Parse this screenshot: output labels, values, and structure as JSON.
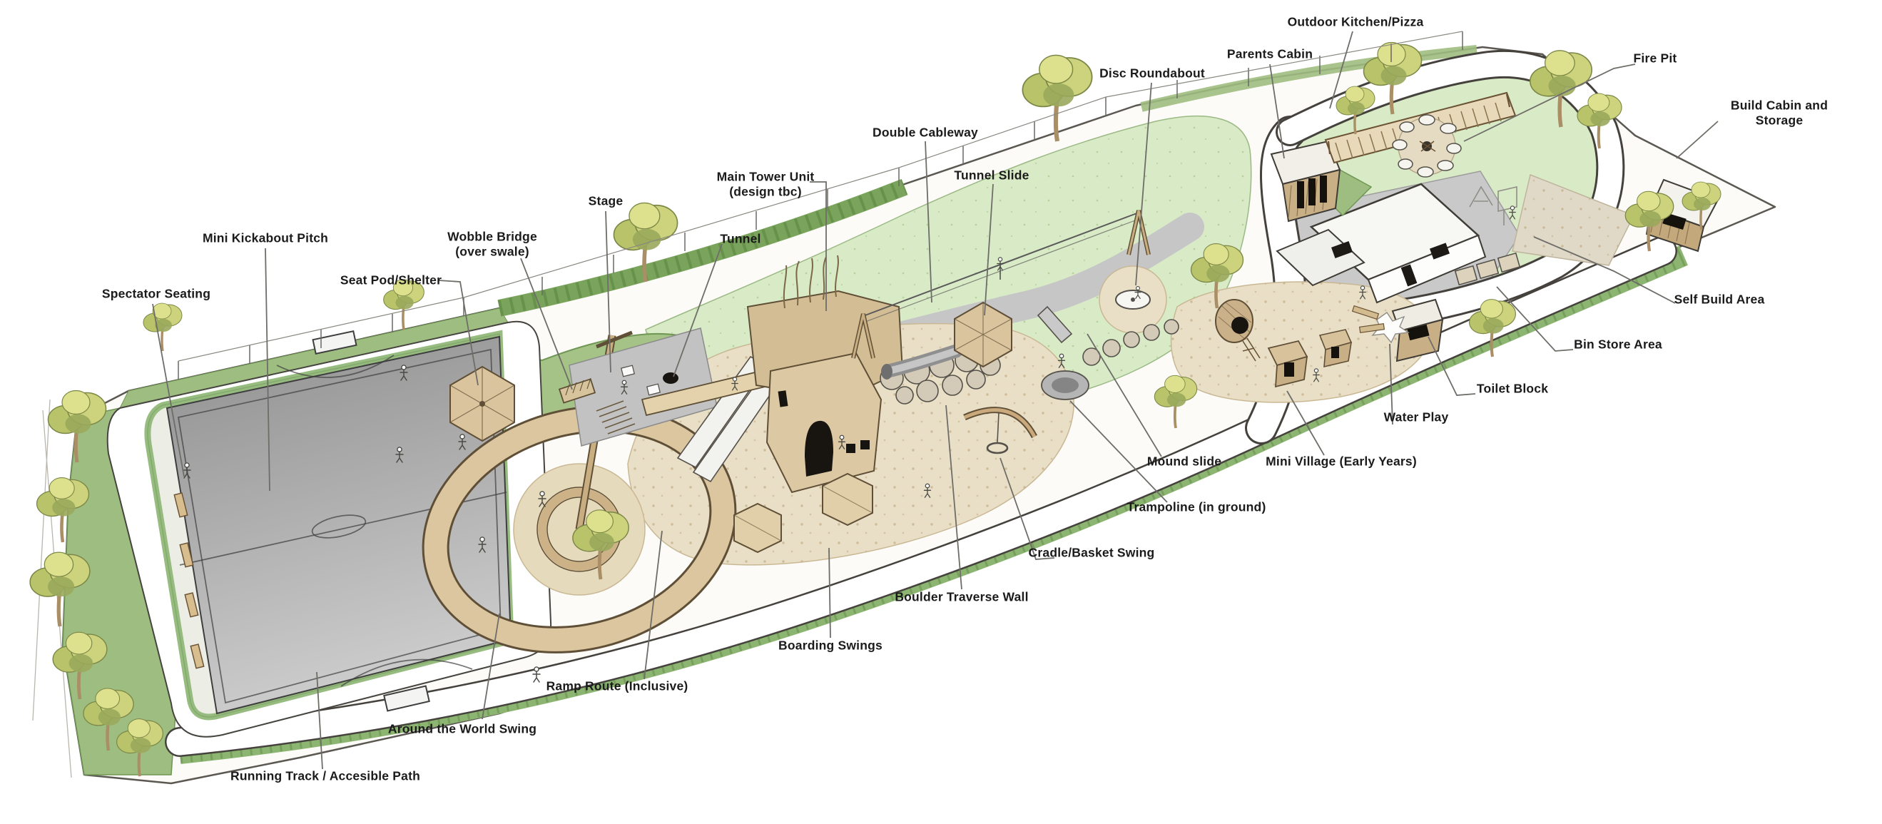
{
  "labels": {
    "spectator_seating": "Spectator Seating",
    "mini_kickabout_pitch": "Mini Kickabout Pitch",
    "seat_pod_shelter": "Seat Pod/Shelter",
    "wobble_bridge": "Wobble Bridge\n(over swale)",
    "stage": "Stage",
    "tunnel": "Tunnel",
    "main_tower_unit": "Main Tower Unit\n(design tbc)",
    "double_cableway": "Double Cableway",
    "tunnel_slide": "Tunnel Slide",
    "disc_roundabout": "Disc Roundabout",
    "parents_cabin": "Parents Cabin",
    "outdoor_kitchen_pizza": "Outdoor Kitchen/Pizza",
    "fire_pit": "Fire Pit",
    "build_cabin_and_storage": "Build Cabin and Storage",
    "self_build_area": "Self Build Area",
    "bin_store_area": "Bin Store Area",
    "toilet_block": "Toilet Block",
    "water_play": "Water Play",
    "mini_village_early_years": "Mini Village (Early Years)",
    "mound_slide": "Mound slide",
    "trampoline_in_ground": "Trampoline (in ground)",
    "cradle_basket_swing": "Cradle/Basket Swing",
    "boulder_traverse_wall": "Boulder Traverse Wall",
    "boarding_swings": "Boarding Swings",
    "ramp_route_inclusive": "Ramp Route (Inclusive)",
    "around_the_world_swing": "Around the World Swing",
    "running_track_accesible_path": "Running Track / Accesible Path"
  },
  "colors": {
    "background": "#ffffff",
    "site_ground": "#fcfbf7",
    "grass_band": "#8cb572",
    "hedge": "#7aa45c",
    "lawn_light": "#d9eac6",
    "pitch_dark": "#8f8f8f",
    "pitch_light": "#cccccc",
    "path_white": "#ffffff",
    "path_gray": "#c9c9c9",
    "sand": "#e9dfc6",
    "wood": "#d9c49e",
    "wood_dark": "#5f4f36",
    "tree_foliage": "#cdd37c",
    "label_ink": "#1b1b1b",
    "leader_line": "#6f6d68"
  }
}
